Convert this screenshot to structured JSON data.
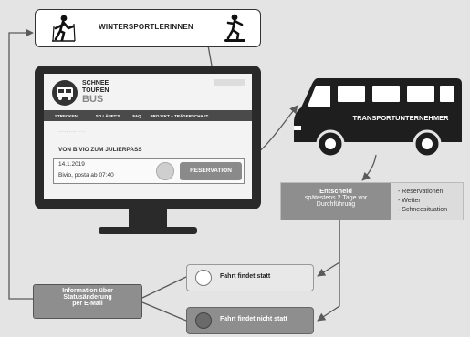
{
  "header": {
    "title": "WINTERSPORTLERINNEN"
  },
  "website": {
    "logo_lines": [
      "SCHNEE",
      "TOUREN",
      "BUS"
    ],
    "nav": [
      "STRECKEN",
      "SO LÄUFT'S",
      "FAQ",
      "PROJEKT + TRÄGERSCHAFT"
    ],
    "breadcrumb": "······ › ······ › ·····",
    "route_title": "VON BIVIO ZUM JULIERPASS",
    "date": "14.1.2019",
    "departure": "Bivio, posta ab 07:40",
    "reservation_button": "RESERVATION"
  },
  "bus": {
    "label": "TRANSPORTUNTERNEHMER"
  },
  "decision": {
    "title": "Entscheid",
    "lines": [
      "spätestens 2 Tage vor",
      "Durchführung"
    ],
    "criteria": [
      "- Reservationen",
      "- Wetter",
      "- Schneesituation"
    ]
  },
  "info": {
    "lines": [
      "Information über",
      "Statusänderung",
      "per E-Mail"
    ]
  },
  "outcomes": {
    "yes": "Fahrt findet statt",
    "no": "Fahrt findet nicht statt"
  },
  "colors": {
    "background": "#e4e4e4",
    "dark": "#2a2a2a",
    "bus": "#1e1e1e",
    "box_mid": "#8e8e8e",
    "box_light": "#dcdcdc",
    "nav_bar": "#4a4a4a"
  }
}
